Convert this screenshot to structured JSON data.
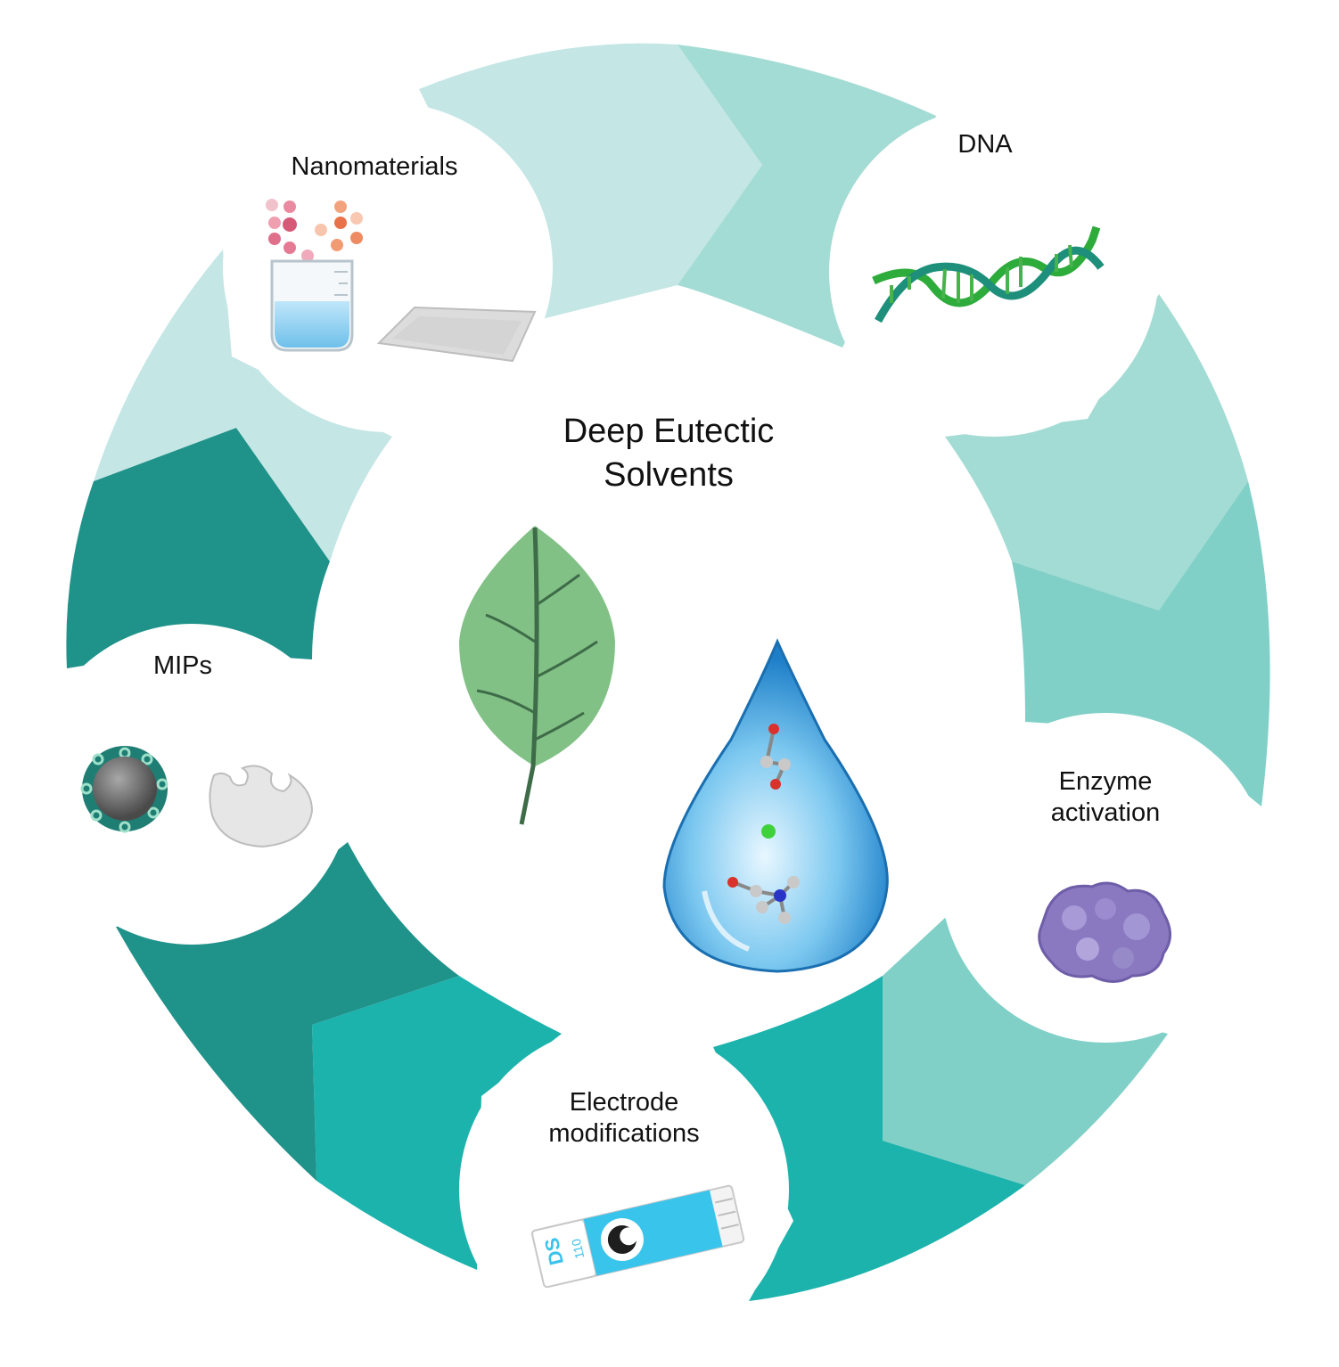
{
  "center": {
    "title_line1": "Deep Eutectic",
    "title_line2": "Solvents",
    "icons": [
      "leaf-icon",
      "water-drop-icon",
      "molecule-icon"
    ]
  },
  "nodes": [
    {
      "id": "nanomaterials",
      "label": "Nanomaterials",
      "icons": [
        "beaker-icon",
        "nanoparticles-icon",
        "nanosheet-icon"
      ]
    },
    {
      "id": "dna",
      "label": "DNA",
      "icons": [
        "dna-helix-icon"
      ]
    },
    {
      "id": "enzyme",
      "label_line1": "Enzyme",
      "label_line2": "activation",
      "icons": [
        "enzyme-protein-icon"
      ]
    },
    {
      "id": "electrode",
      "label_line1": "Electrode",
      "label_line2": "modifications",
      "icons": [
        "electrode-strip-icon"
      ],
      "strip_text": [
        "DS",
        "110"
      ]
    },
    {
      "id": "mips",
      "label": "MIPs",
      "icons": [
        "polymer-bead-icon",
        "imprinted-cavity-icon"
      ]
    }
  ],
  "colors": {
    "ring_lightest": "#c4e6e5",
    "ring_light": "#a3dcd4",
    "ring_mid": "#80d0c7",
    "ring_teal": "#1bb3ac",
    "ring_dark": "#1f9289",
    "leaf": "#82c186",
    "leaf_vein": "#3e6b48",
    "drop": "#3aa5e0",
    "dna_green": "#2dab3b",
    "dna_teal": "#1d8f7a",
    "enzyme": "#8a78c0",
    "electrode_blue": "#39c4ec"
  }
}
